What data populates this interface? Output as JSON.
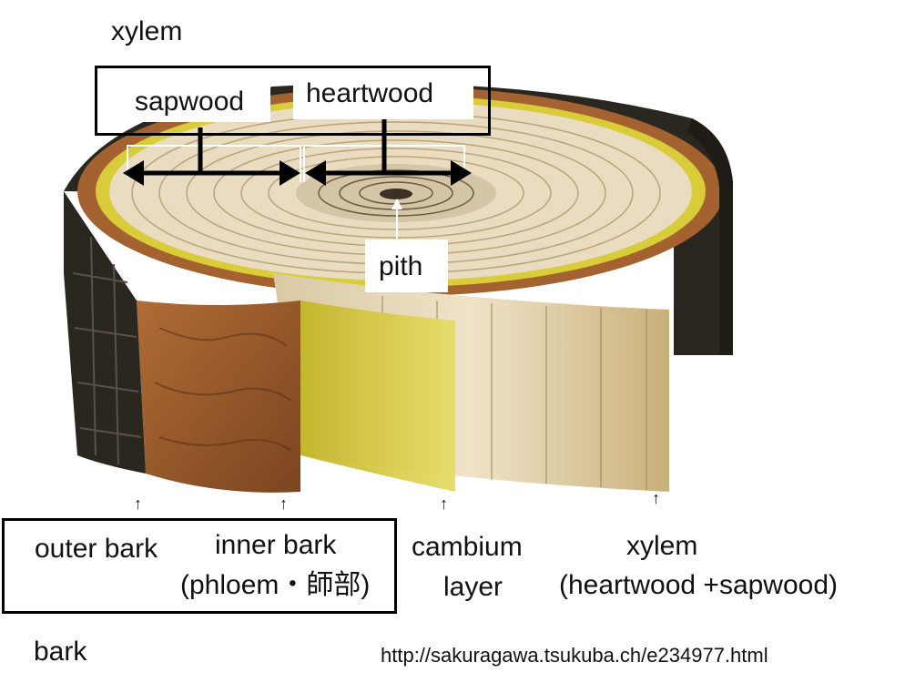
{
  "title": "xylem",
  "top_labels": {
    "sapwood": "sapwood",
    "heartwood": "heartwood",
    "pith": "pith"
  },
  "bottom_labels": {
    "outer_bark": "outer bark",
    "inner_bark": "inner bark",
    "phloem": "(phloem・師部)",
    "cambium_line1": "cambium",
    "cambium_line2": "layer",
    "xylem_line1": "xylem",
    "xylem_line2": "(heartwood +sapwood)",
    "bark": "bark"
  },
  "pointer_glyph": "↑",
  "source_url": "http://sakuragawa.tsukuba.ch/e234977.html",
  "colors": {
    "outer_bark": "#2a2620",
    "inner_bark": "#9a5c2e",
    "cambium": "#d8cc3a",
    "sapwood": "#e9dcc0",
    "heartwood": "#cdbf9f",
    "pith": "#3b3025"
  }
}
